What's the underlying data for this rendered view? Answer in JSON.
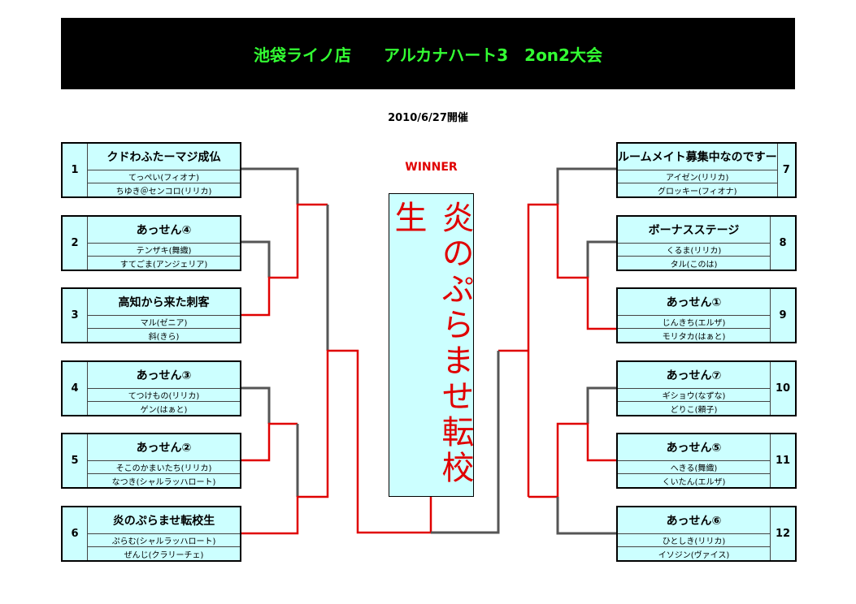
{
  "header": {
    "title": "池袋ライノ店　　アルカナハート3　2on2大会"
  },
  "date": "2010/6/27開催",
  "winner": {
    "label": "WINNER",
    "team": "炎のぷらませ転校生"
  },
  "colors": {
    "accent_red": "#e00000",
    "banner_text": "#33ff33",
    "box_fill": "#ccffff"
  },
  "left_teams": [
    {
      "seed": "1",
      "name": "クドわふたーマジ成仏",
      "players": [
        "てっぺい(フィオナ)",
        "ちゆき＠センコロ(リリカ)"
      ]
    },
    {
      "seed": "2",
      "name": "あっせん④",
      "players": [
        "テンザキ(舞織)",
        "すてごま(アンジェリア)"
      ]
    },
    {
      "seed": "3",
      "name": "高知から来た刺客",
      "players": [
        "マル(ゼニア)",
        "斜(きら)"
      ]
    },
    {
      "seed": "4",
      "name": "あっせん③",
      "players": [
        "てつけもの(リリカ)",
        "ゲン(はぁと)"
      ]
    },
    {
      "seed": "5",
      "name": "あっせん②",
      "players": [
        "そこのかまいたち(リリカ)",
        "なつき(シャルラッハロート)"
      ]
    },
    {
      "seed": "6",
      "name": "炎のぷらませ転校生",
      "players": [
        "ぷらむ(シャルラッハロート)",
        "ぜんじ(クラリーチェ)"
      ]
    }
  ],
  "right_teams": [
    {
      "seed": "7",
      "name": "ルームメイト募集中なのですー",
      "players": [
        "アイゼン(リリカ)",
        "グロッキー(フィオナ)"
      ]
    },
    {
      "seed": "8",
      "name": "ボーナスステージ",
      "players": [
        "くるま(リリカ)",
        "タル(このは)"
      ]
    },
    {
      "seed": "9",
      "name": "あっせん①",
      "players": [
        "じんきち(エルザ)",
        "モリタカ(はぁと)"
      ]
    },
    {
      "seed": "10",
      "name": "あっせん⑦",
      "players": [
        "ギショウ(なずな)",
        "どりこ(頼子)"
      ]
    },
    {
      "seed": "11",
      "name": "あっせん⑤",
      "players": [
        "へきる(舞織)",
        "くいたん(エルザ)"
      ]
    },
    {
      "seed": "12",
      "name": "あっせん⑥",
      "players": [
        "ひとしき(リリカ)",
        "イソジン(ヴァイス)"
      ]
    }
  ]
}
